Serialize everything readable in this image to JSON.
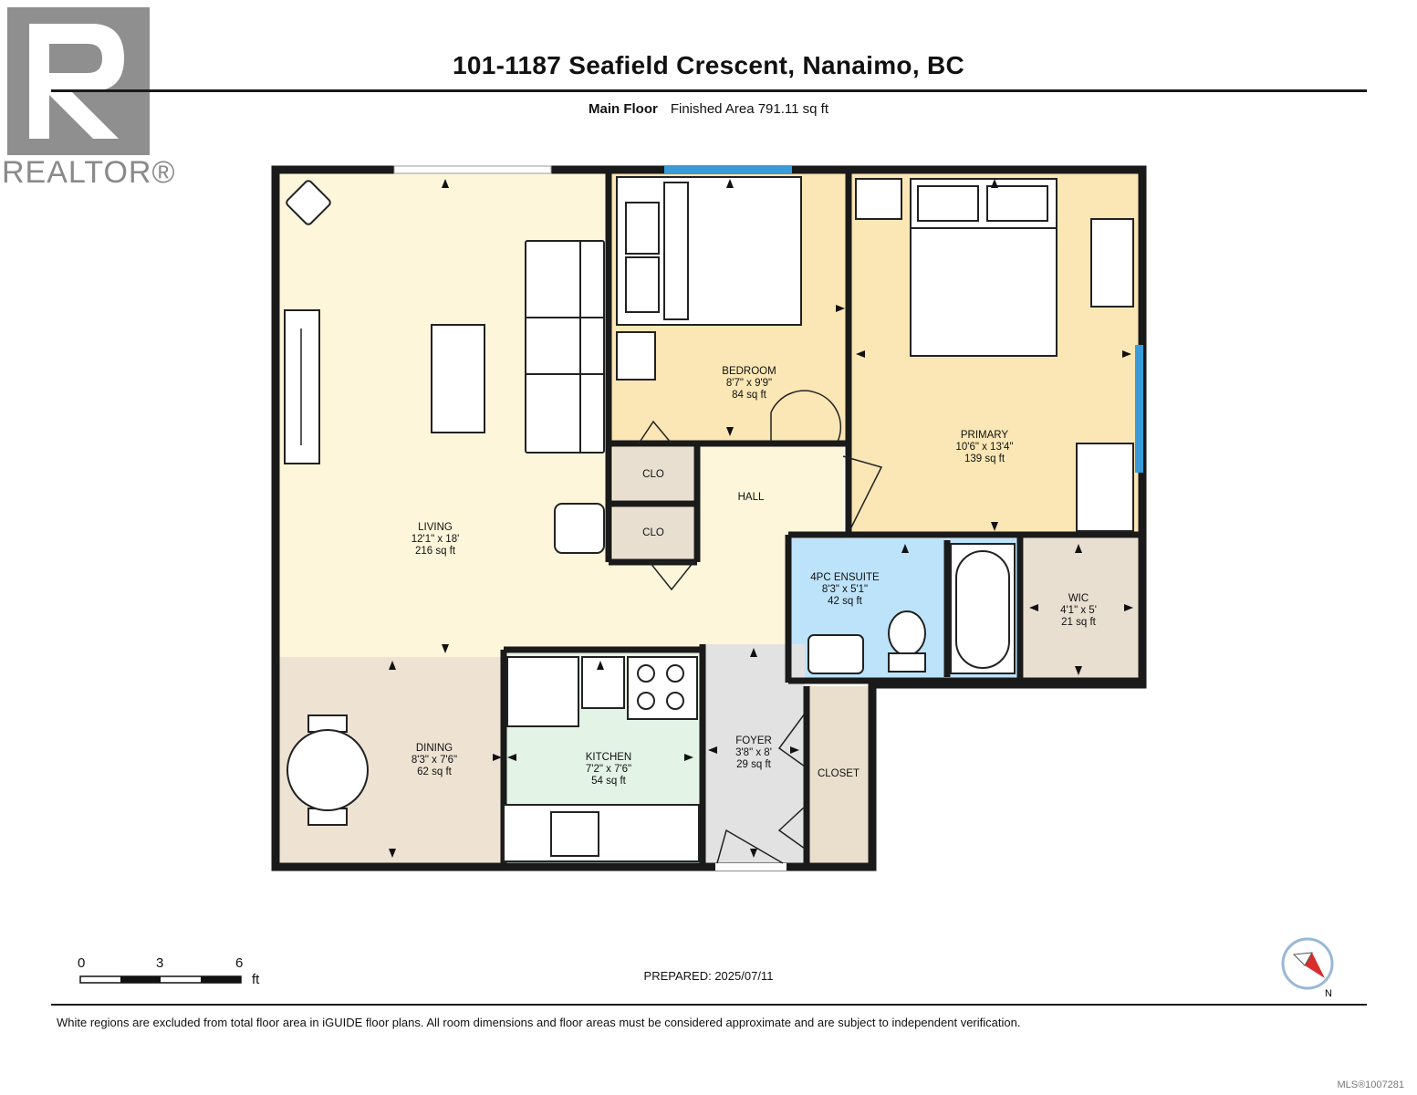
{
  "header": {
    "title": "101-1187 Seafield Crescent, Nanaimo, BC",
    "floor": "Main Floor",
    "area": "Finished Area 791.11 sq ft"
  },
  "logo": {
    "text": "REALTOR®"
  },
  "rooms": {
    "living": {
      "name": "LIVING",
      "dims": "12'1\" x 18'",
      "area": "216 sq ft"
    },
    "bedroom": {
      "name": "BEDROOM",
      "dims": "8'7\" x 9'9\"",
      "area": "84 sq ft"
    },
    "primary": {
      "name": "PRIMARY",
      "dims": "10'6\" x 13'4\"",
      "area": "139 sq ft"
    },
    "ensuite": {
      "name": "4PC ENSUITE",
      "dims": "8'3\" x 5'1\"",
      "area": "42 sq ft"
    },
    "wic": {
      "name": "WIC",
      "dims": "4'1\" x 5'",
      "area": "21 sq ft"
    },
    "dining": {
      "name": "DINING",
      "dims": "8'3\" x 7'6\"",
      "area": "62 sq ft"
    },
    "kitchen": {
      "name": "KITCHEN",
      "dims": "7'2\" x 7'6\"",
      "area": "54 sq ft"
    },
    "foyer": {
      "name": "FOYER",
      "dims": "3'8\" x 8'",
      "area": "29 sq ft"
    },
    "hall": {
      "name": "HALL"
    },
    "clo1": {
      "name": "CLO"
    },
    "clo2": {
      "name": "CLO"
    },
    "closet": {
      "name": "CLOSET"
    }
  },
  "colors": {
    "living": "#fdf6da",
    "bedroom": "#fbe7b5",
    "primary": "#fbe7b5",
    "ensuite": "#bde3fb",
    "wic": "#e9dfd1",
    "dining": "#eee2d2",
    "kitchen": "#e3f4e7",
    "foyer": "#e2e2e2",
    "hall": "#fdf6da",
    "closet": "#eadfcd",
    "wall": "#1a1a1a",
    "window": "#3a9bd8"
  },
  "scale": {
    "labels": [
      "0",
      "3",
      "6"
    ],
    "unit": "ft"
  },
  "prepared": "PREPARED: 2025/07/11",
  "footer": "White regions are excluded from total floor area in iGUIDE floor plans. All room dimensions and floor areas must be considered approximate and are subject to independent verification.",
  "compass": {
    "label": "N"
  },
  "mls": "MLS®1007281"
}
